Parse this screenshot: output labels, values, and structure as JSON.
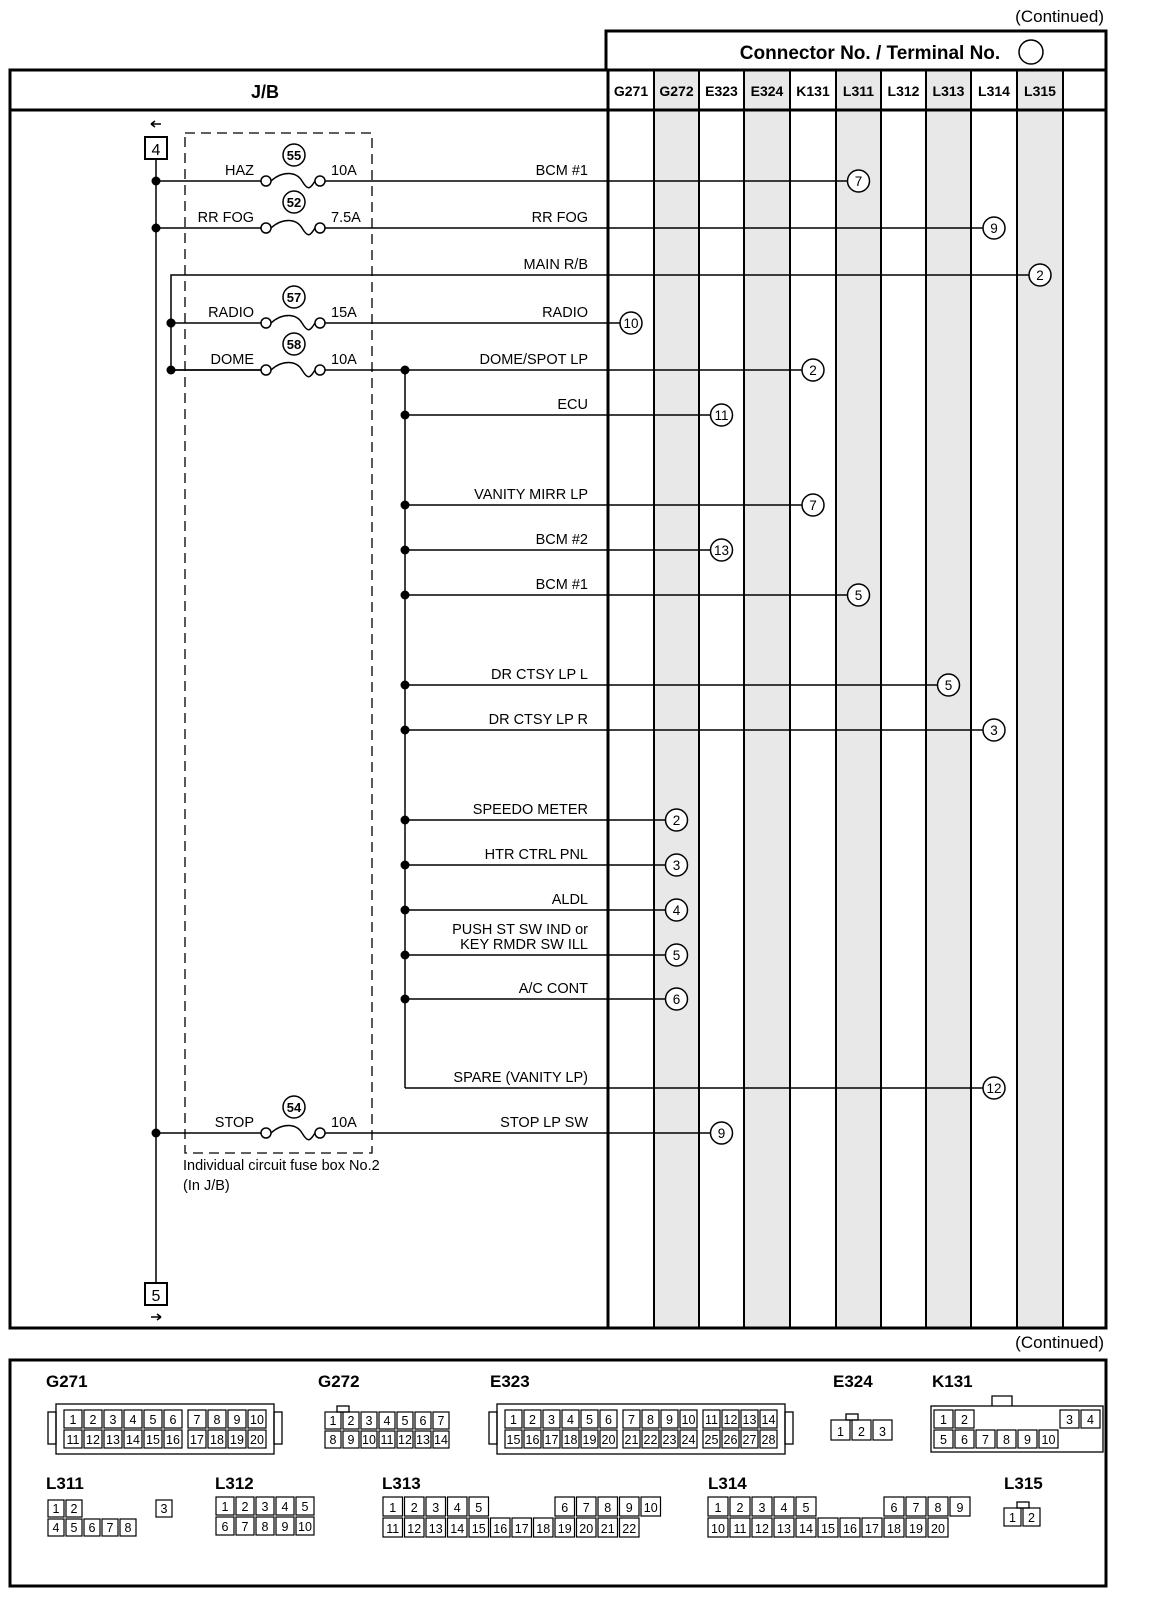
{
  "continued_top": "(Continued)",
  "continued_bottom": "(Continued)",
  "header": {
    "connector_title": "Connector No. / Terminal No.",
    "jb_label": "J/B"
  },
  "connectors": [
    "G271",
    "G272",
    "E323",
    "E324",
    "K131",
    "L311",
    "L312",
    "L313",
    "L314",
    "L315"
  ],
  "shaded_connectors": [
    "G272",
    "E324",
    "L311",
    "L313",
    "L315"
  ],
  "junctions": {
    "top": "4",
    "bottom": "5"
  },
  "fuse_box": {
    "line1": "Individual circuit fuse box No.2",
    "line2": "(In J/B)"
  },
  "fuses": [
    {
      "id": "haz",
      "name": "HAZ",
      "number": "55",
      "rating": "10A"
    },
    {
      "id": "rrfog",
      "name": "RR FOG",
      "number": "52",
      "rating": "7.5A"
    },
    {
      "id": "radio",
      "name": "RADIO",
      "number": "57",
      "rating": "15A"
    },
    {
      "id": "dome",
      "name": "DOME",
      "number": "58",
      "rating": "10A"
    },
    {
      "id": "stop",
      "name": "STOP",
      "number": "54",
      "rating": "10A"
    }
  ],
  "circuits": [
    {
      "label": "BCM #1",
      "connector": "L311",
      "terminal": "7"
    },
    {
      "label": "RR FOG",
      "connector": "L314",
      "terminal": "9"
    },
    {
      "label": "MAIN R/B",
      "connector": "L315",
      "terminal": "2"
    },
    {
      "label": "RADIO",
      "connector": "G271",
      "terminal": "10"
    },
    {
      "label": "DOME/SPOT LP",
      "connector": "K131",
      "terminal": "2"
    },
    {
      "label": "ECU",
      "connector": "E323",
      "terminal": "11"
    },
    {
      "label": "VANITY MIRR LP",
      "connector": "K131",
      "terminal": "7"
    },
    {
      "label": "BCM #2",
      "connector": "E323",
      "terminal": "13"
    },
    {
      "label": "BCM #1",
      "connector": "L311",
      "terminal": "5"
    },
    {
      "label": "DR CTSY LP L",
      "connector": "L313",
      "terminal": "5"
    },
    {
      "label": "DR CTSY LP R",
      "connector": "L314",
      "terminal": "3"
    },
    {
      "label": "SPEEDO METER",
      "connector": "G272",
      "terminal": "2"
    },
    {
      "label": "HTR CTRL PNL",
      "connector": "G272",
      "terminal": "3"
    },
    {
      "label": "ALDL",
      "connector": "G272",
      "terminal": "4"
    },
    {
      "label": "PUSH ST SW IND or",
      "label2": "KEY RMDR SW ILL",
      "connector": "G272",
      "terminal": "5"
    },
    {
      "label": "A/C CONT",
      "connector": "G272",
      "terminal": "6"
    },
    {
      "label": "SPARE (VANITY LP)",
      "connector": "L314",
      "terminal": "12"
    },
    {
      "label": "STOP LP SW",
      "connector": "E323",
      "terminal": "9"
    }
  ],
  "connector_faces": [
    {
      "name": "G271",
      "rows": [
        [
          "1",
          "2",
          "3",
          "4",
          "5",
          "6",
          "7",
          "8",
          "9",
          "10"
        ],
        [
          "11",
          "12",
          "13",
          "14",
          "15",
          "16",
          "17",
          "18",
          "19",
          "20"
        ]
      ]
    },
    {
      "name": "G272",
      "rows": [
        [
          "1",
          "2",
          "3",
          "4",
          "5",
          "6",
          "7"
        ],
        [
          "8",
          "9",
          "10",
          "11",
          "12",
          "13",
          "14"
        ]
      ]
    },
    {
      "name": "E323",
      "rows": [
        [
          "1",
          "2",
          "3",
          "4",
          "5",
          "6",
          "7",
          "8",
          "9",
          "10",
          "11",
          "12",
          "13",
          "14"
        ],
        [
          "15",
          "16",
          "17",
          "18",
          "19",
          "20",
          "21",
          "22",
          "23",
          "24",
          "25",
          "26",
          "27",
          "28"
        ]
      ]
    },
    {
      "name": "E324",
      "rows": [
        [
          "1",
          "2",
          "3"
        ]
      ]
    },
    {
      "name": "K131",
      "rows": [
        [
          "1",
          "2",
          "3",
          "4"
        ],
        [
          "5",
          "6",
          "7",
          "8",
          "9",
          "10"
        ]
      ]
    },
    {
      "name": "L311",
      "rows": [
        [
          "1",
          "2",
          "3"
        ],
        [
          "4",
          "5",
          "6",
          "7",
          "8"
        ]
      ]
    },
    {
      "name": "L312",
      "rows": [
        [
          "1",
          "2",
          "3",
          "4",
          "5"
        ],
        [
          "6",
          "7",
          "8",
          "9",
          "10"
        ]
      ]
    },
    {
      "name": "L313",
      "rows": [
        [
          "1",
          "2",
          "3",
          "4",
          "5",
          "6",
          "7",
          "8",
          "9",
          "10"
        ],
        [
          "11",
          "12",
          "13",
          "14",
          "15",
          "16",
          "17",
          "18",
          "19",
          "20",
          "21",
          "22"
        ]
      ]
    },
    {
      "name": "L314",
      "rows": [
        [
          "1",
          "2",
          "3",
          "4",
          "5",
          "6",
          "7",
          "8",
          "9"
        ],
        [
          "10",
          "11",
          "12",
          "13",
          "14",
          "15",
          "16",
          "17",
          "18",
          "19",
          "20"
        ]
      ]
    },
    {
      "name": "L315",
      "rows": [
        [
          "1",
          "2"
        ]
      ]
    }
  ]
}
